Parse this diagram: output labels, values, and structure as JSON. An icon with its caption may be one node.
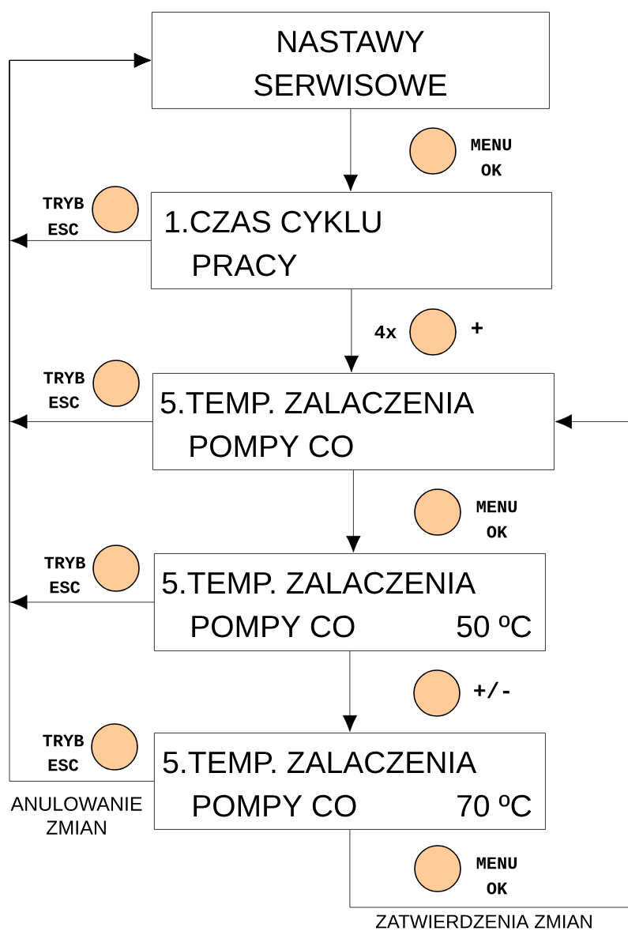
{
  "diagram": {
    "nodes": [
      {
        "text": [
          "NASTAWY SERWISOWE"
        ]
      },
      {
        "text": [],
        "shape": "circle",
        "beside": [
          "MENU",
          "OK"
        ]
      },
      {
        "text": [],
        "shape": "circle",
        "beside": [
          "TRYB",
          "ESC"
        ]
      },
      {
        "text": [
          "1.CZAS CYKLU PRACY"
        ]
      },
      {
        "text": [],
        "shape": "circle",
        "beside": [
          "4x",
          "+"
        ]
      },
      {
        "text": [],
        "shape": "circle",
        "beside": [
          "TRYB",
          "ESC"
        ]
      },
      {
        "text": [
          "5.TEMP. ZALACZENIA POMPY CO"
        ]
      },
      {
        "text": [],
        "shape": "circle",
        "beside": [
          "MENU",
          "OK"
        ]
      },
      {
        "text": [],
        "shape": "circle",
        "beside": [
          "TRYB",
          "ESC"
        ]
      },
      {
        "text": [
          "5.TEMP. ZALACZENIA POMPY CO",
          "50 ºC"
        ]
      },
      {
        "text": [],
        "shape": "circle",
        "beside": [
          "+/-"
        ]
      },
      {
        "text": [],
        "shape": "circle",
        "beside": [
          "TRYB",
          "ESC"
        ]
      },
      {
        "text": [
          "5.TEMP. ZALACZENIA POMPY CO",
          "70 ºC"
        ]
      },
      {
        "text": [],
        "shape": "circle",
        "beside": [
          "MENU",
          "OK"
        ]
      }
    ],
    "edges": [
      {
        "from": 0,
        "to": 3,
        "arrow": "to"
      },
      {
        "from": 3,
        "to": 6,
        "arrow": "to"
      },
      {
        "from": 6,
        "to": 9,
        "arrow": "to"
      },
      {
        "from": 9,
        "to": 12,
        "arrow": "to"
      },
      {
        "from": 3,
        "to": 0,
        "arrow": "to"
      },
      {
        "from": 6,
        "to": 0,
        "arrow": "to"
      },
      {
        "from": 9,
        "to": 0,
        "arrow": "to"
      },
      {
        "from": 12,
        "to": 0,
        "arrow": "to",
        "label": "ANULOWANIE ZMIAN"
      },
      {
        "from": null,
        "to": 6,
        "arrow": "to"
      },
      {
        "from": 12,
        "to": null,
        "arrow": "none",
        "label": "ZATWIERDZENIA ZMIAN"
      }
    ]
  }
}
